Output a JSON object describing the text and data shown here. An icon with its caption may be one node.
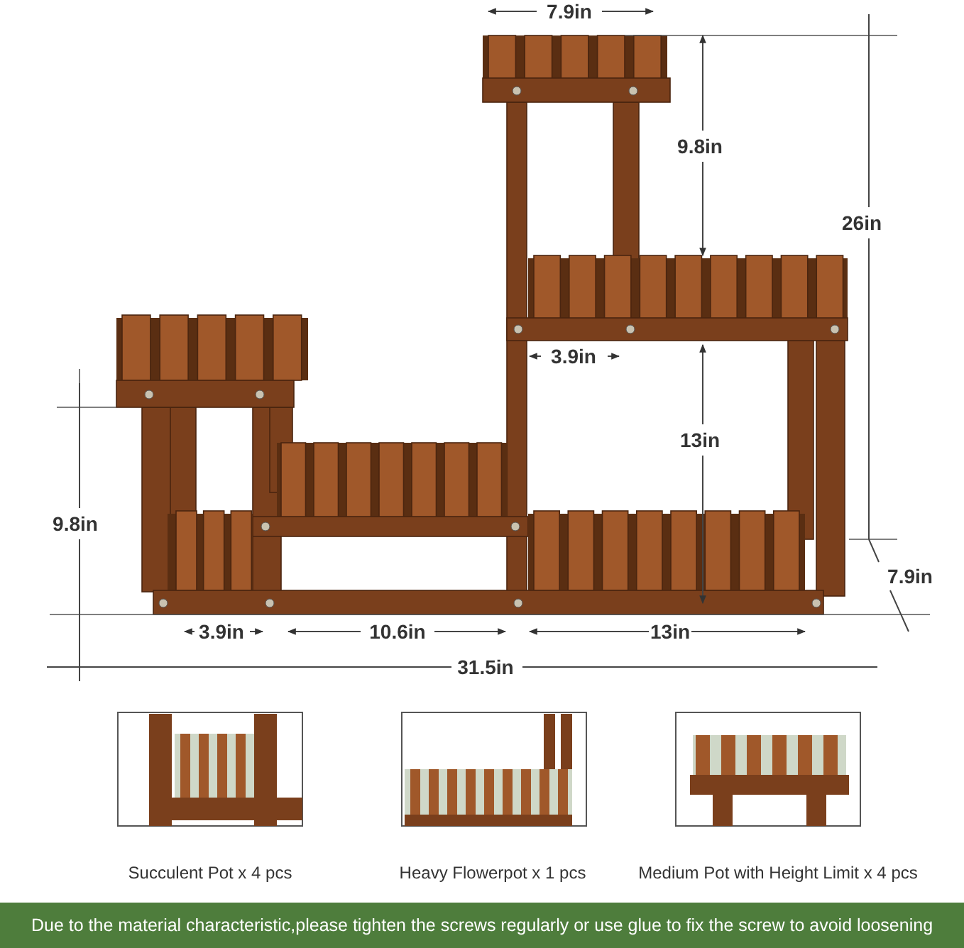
{
  "diagram": {
    "nodes": [
      {
        "text": [
          "Due to the material characteristic,please tighten the screws regularly or use glue to fix the screw to avoid loosening"
        ]
      }
    ],
    "labels": [
      "7.9in",
      "9.8in",
      "26in",
      "3.9in",
      "13in",
      "9.8in",
      "7.9in",
      "3.9in",
      "10.6in",
      "13in",
      "31.5in",
      "Succulent Pot x 4 pcs",
      "Heavy Flowerpot x 1 pcs",
      "Medium Pot with Height Limit x 4 pcs"
    ]
  }
}
